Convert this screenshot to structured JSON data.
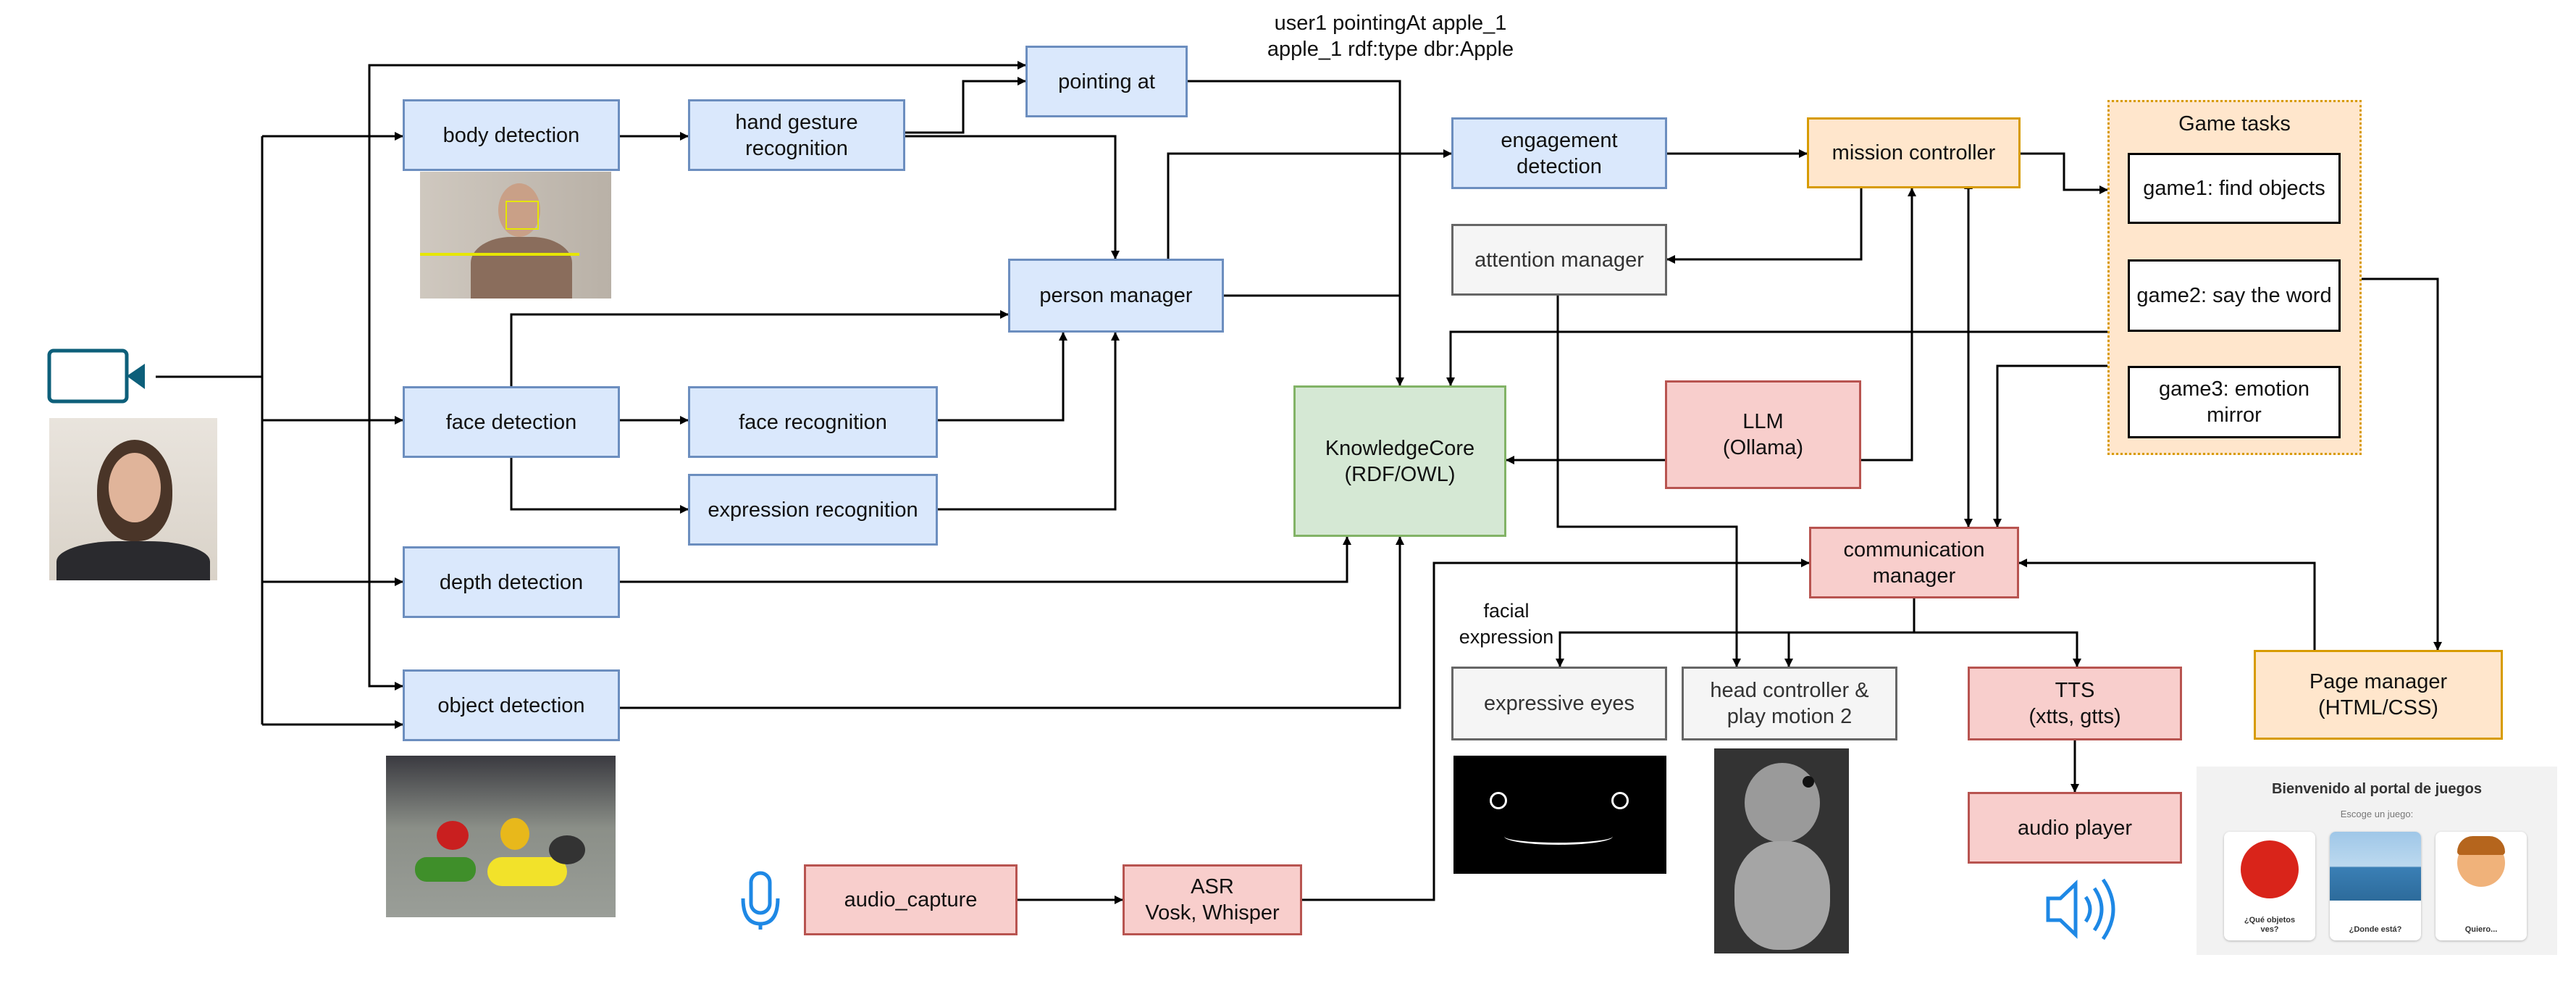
{
  "diagram": {
    "nodes": {
      "body_detection": "body detection",
      "hand_gesture": "hand gesture\nrecognition",
      "pointing_at": "pointing at",
      "person_manager": "person manager",
      "engagement": "engagement\ndetection",
      "mission_controller": "mission controller",
      "attention_manager": "attention manager",
      "face_detection": "face detection",
      "face_recognition": "face recognition",
      "expression_recognition": "expression recognition",
      "knowledge_core": "KnowledgeCore\n(RDF/OWL)",
      "llm": "LLM\n(Ollama)",
      "depth_detection": "depth detection",
      "object_detection": "object detection",
      "communication_manager": "communication\nmanager",
      "expressive_eyes": "expressive eyes",
      "head_controller": "head controller &\nplay motion 2",
      "tts": "TTS\n(xtts, gtts)",
      "audio_player": "audio player",
      "page_manager": "Page manager\n(HTML/CSS)",
      "audio_capture": "audio_capture",
      "asr": "ASR\nVosk, Whisper"
    },
    "game_tasks": {
      "title": "Game tasks",
      "items": [
        "game1: find objects",
        "game2: say the word",
        "game3: emotion\nmirror"
      ]
    },
    "annotations": {
      "triples": "user1 pointingAt apple_1\napple_1 rdf:type dbr:Apple",
      "facial_expression": "facial\nexpression"
    },
    "portal": {
      "title": "Bienvenido al portal de juegos",
      "subtitle": "Escoge un juego:",
      "cards": [
        "¿Qué objetos\nves?",
        "¿Donde está?",
        "Quiero..."
      ]
    },
    "colors": {
      "blue_fill": "#dae8fc",
      "blue_stroke": "#6c8ebf",
      "green_fill": "#d5e8d4",
      "green_stroke": "#82b366",
      "orange_fill": "#ffe6cc",
      "orange_stroke": "#d79b00",
      "red_fill": "#f8cecc",
      "red_stroke": "#b85450",
      "grey_fill": "#f5f5f5",
      "grey_stroke": "#666666",
      "icon_blue": "#1e88e5",
      "camera": "#0d5f7a"
    },
    "icons": [
      "camera-icon",
      "microphone-icon",
      "speaker-icon"
    ]
  }
}
